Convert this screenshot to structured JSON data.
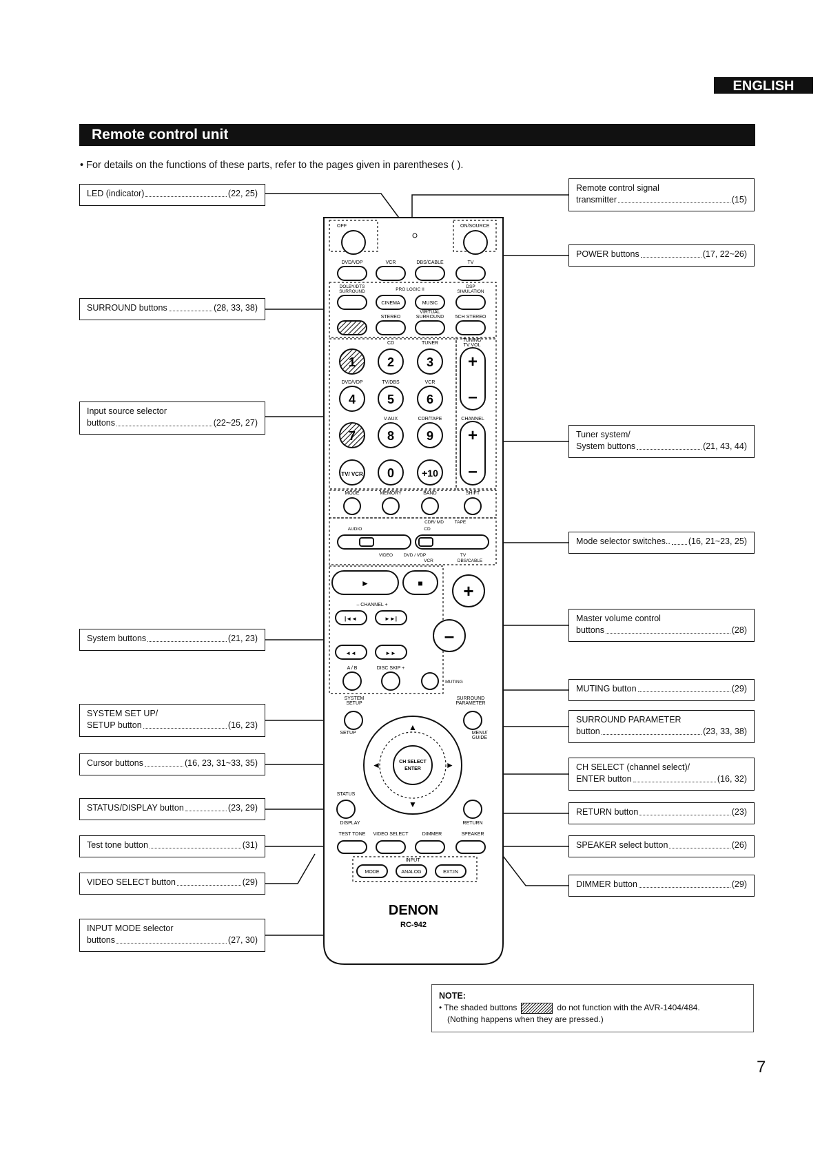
{
  "header": {
    "language_tab": "ENGLISH",
    "section_title": "Remote control unit"
  },
  "intro": "•  For details on the functions of these parts, refer to the pages given in parentheses ( ).",
  "callouts_left": [
    {
      "lines": [
        "LED (indicator)"
      ],
      "pages": "(22, 25)"
    },
    {
      "lines": [
        "SURROUND buttons"
      ],
      "pages": "(28, 33, 38)"
    },
    {
      "lines": [
        "Input source selector",
        "buttons"
      ],
      "pages": "(22~25, 27)"
    },
    {
      "lines": [
        "System buttons"
      ],
      "pages": "(21, 23)"
    },
    {
      "lines": [
        "SYSTEM SET UP/",
        "SETUP button"
      ],
      "pages": "(16, 23)"
    },
    {
      "lines": [
        "Cursor buttons"
      ],
      "pages": "(16, 23, 31~33, 35)"
    },
    {
      "lines": [
        "STATUS/DISPLAY button"
      ],
      "pages": "(23, 29)"
    },
    {
      "lines": [
        "Test tone button"
      ],
      "pages": "(31)"
    },
    {
      "lines": [
        "VIDEO SELECT button"
      ],
      "pages": "(29)"
    },
    {
      "lines": [
        "INPUT MODE selector",
        "buttons"
      ],
      "pages": "(27, 30)"
    }
  ],
  "callouts_right": [
    {
      "lines": [
        "Remote control signal",
        "transmitter"
      ],
      "pages": "(15)"
    },
    {
      "lines": [
        "POWER buttons"
      ],
      "pages": "(17, 22~26)"
    },
    {
      "lines": [
        "Tuner system/",
        "System buttons"
      ],
      "pages": "(21, 43, 44)"
    },
    {
      "lines": [
        "Mode selector switches.."
      ],
      "pages": "(16, 21~23, 25)"
    },
    {
      "lines": [
        "Master volume control",
        "buttons"
      ],
      "pages": "(28)"
    },
    {
      "lines": [
        "MUTING button"
      ],
      "pages": "(29)"
    },
    {
      "lines": [
        "SURROUND PARAMETER",
        "button"
      ],
      "pages": "(23, 33, 38)"
    },
    {
      "lines": [
        "CH SELECT (channel select)/",
        "ENTER button"
      ],
      "pages": "(16, 32)"
    },
    {
      "lines": [
        "RETURN button"
      ],
      "pages": "(23)"
    },
    {
      "lines": [
        "SPEAKER select button"
      ],
      "pages": "(26)"
    },
    {
      "lines": [
        "DIMMER button"
      ],
      "pages": "(29)"
    }
  ],
  "remote": {
    "brand": "DENON",
    "model": "RC-942",
    "power": {
      "off": "OFF",
      "on": "ON/SOURCE"
    },
    "source_labels": [
      "DVD/VDP",
      "VCR",
      "DBS/CABLE",
      "TV"
    ],
    "surround_top": {
      "left": "DOLBY/DTS",
      "left2": "SURROUND",
      "mid": "PRO LOGIC II",
      "right": "DSP",
      "right2": "SIMULATION"
    },
    "surround_btns": [
      "CINEMA",
      "MUSIC"
    ],
    "surround_bottom": [
      "STEREO",
      "VIRTUAL",
      "SURROUND",
      "5CH STEREO"
    ],
    "num_top_labels": [
      "CD",
      "TUNER",
      "TUNING",
      "TV VOL"
    ],
    "digits": [
      "1",
      "2",
      "3",
      "4",
      "5",
      "6",
      "7",
      "8",
      "9",
      "TV/ VCR",
      "0",
      "+10"
    ],
    "digit_labels": [
      "DVD/VDP",
      "TV/DBS",
      "VCR",
      "V.AUX",
      "CDR/TAPE",
      "CHANNEL"
    ],
    "plus": "+",
    "minus": "–",
    "row_labels": [
      "MODE",
      "MEMORY",
      "BAND",
      "SHIFT"
    ],
    "mode_switch_top": [
      "CDR/ MD",
      "TAPE",
      "AUDIO",
      "CD"
    ],
    "mode_switch_bottom": [
      "VIDEO",
      "DVD / VDP",
      "VCR",
      "TV",
      "DBS/CABLE"
    ],
    "transport": {
      "play": "►",
      "stop": "■",
      "channel": "–  CHANNEL  +",
      "prev": "|◄◄",
      "next": "►►|",
      "rew": "◄◄",
      "ff": "►►",
      "ab": "A / B",
      "disc_skip": "DISC SKIP +"
    },
    "muting": "MUTING",
    "system_setup": [
      "SYSTEM",
      "SETUP"
    ],
    "setup": "SETUP",
    "surround_parameter": [
      "SURROUND",
      "PARAMETER"
    ],
    "menu_guide": [
      "MENU/",
      "GUIDE"
    ],
    "ch_select": [
      "CH SELECT",
      "ENTER"
    ],
    "status": "STATUS",
    "display": "DISPLAY",
    "return": "RETURN",
    "bottom_labels": [
      "TEST TONE",
      "VIDEO SELECT",
      "DIMMER",
      "SPEAKER"
    ],
    "input": "INPUT",
    "input_btns": [
      "MODE",
      "ANALOG",
      "EXT.IN"
    ]
  },
  "note": {
    "title": "NOTE:",
    "text_before": "•  The shaded buttons",
    "text_after": "do not function with the AVR-1404/484.",
    "text_line2": "(Nothing happens when they are pressed.)"
  },
  "page_number": "7"
}
